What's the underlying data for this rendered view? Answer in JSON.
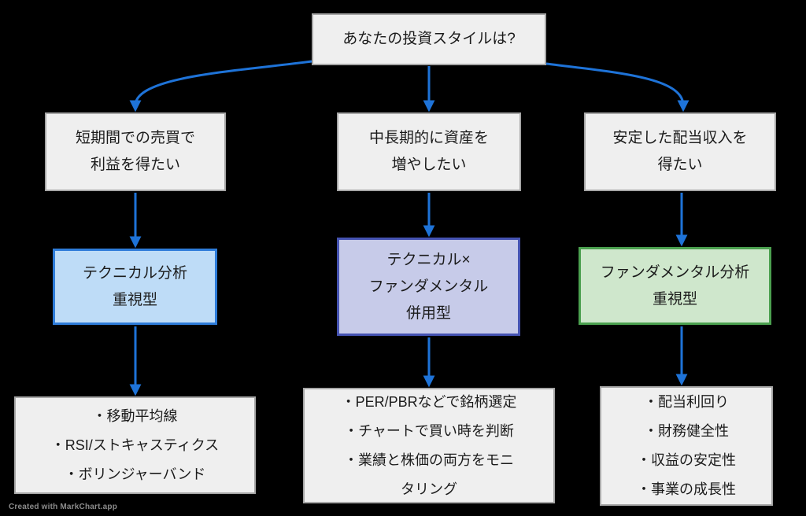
{
  "root": {
    "label": "あなたの投資スタイルは?"
  },
  "branches": [
    {
      "condition": {
        "lines": [
          "短期間での売買で",
          "利益を得たい"
        ]
      },
      "style": {
        "lines": [
          "テクニカル分析",
          "重視型"
        ],
        "fill": "#bedcf7",
        "border": "#2e7cd9"
      },
      "details": {
        "lines": [
          "・移動平均線",
          "・RSI/ストキャスティクス",
          "・ボリンジャーバンド"
        ]
      }
    },
    {
      "condition": {
        "lines": [
          "中長期的に資産を",
          "増やしたい"
        ]
      },
      "style": {
        "lines": [
          "テクニカル×",
          "ファンダメンタル",
          "併用型"
        ],
        "fill": "#c7cbe9",
        "border": "#4553b2"
      },
      "details": {
        "lines": [
          "・PER/PBRなどで銘柄選定",
          "・チャートで買い時を判断",
          "・業績と株価の両方をモニ",
          "タリング"
        ]
      }
    },
    {
      "condition": {
        "lines": [
          "安定した配当収入を",
          "得たい"
        ]
      },
      "style": {
        "lines": [
          "ファンダメンタル分析",
          "重視型"
        ],
        "fill": "#cfe7cc",
        "border": "#4ba04f"
      },
      "details": {
        "lines": [
          "・配当利回り",
          "・財務健全性",
          "・収益の安定性",
          "・事業の成長性"
        ]
      }
    }
  ],
  "watermark": "Created with MarkChart.app",
  "colors": {
    "background": "#000000",
    "arrow": "#1e73d8",
    "plain_node_fill": "#efefef",
    "plain_node_border": "#a6a6a6",
    "text": "#1b1b1b",
    "watermark_text": "#8b8b8b"
  }
}
